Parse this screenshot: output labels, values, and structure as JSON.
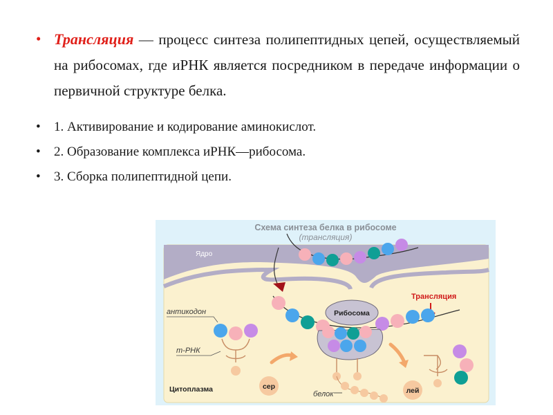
{
  "definition": {
    "term": "Трансляция",
    "text": " — процесс синтеза полипептидных цепей, осуществляемый на рибосомах, где иРНК является посредником в передаче информации о первичной структуре белка."
  },
  "steps": [
    "1. Активирование и кодирование аминокислот.",
    "2. Образование комплекса иРНК—рибосома.",
    "3. Сборка полипептидной цепи."
  ],
  "diagram": {
    "title": "Схема синтеза белка в рибосоме",
    "subtitle": "(трансляция)",
    "labels": {
      "nucleus": "Ядро",
      "translation": "Трансляция",
      "ribosome": "Рибосома",
      "anticodon": "антикодон",
      "trna": "т-РНК",
      "cytoplasm": "Цитоплазма",
      "ser": "сер",
      "protein": "белок",
      "leu": "лей"
    },
    "colors": {
      "background": "#dff2fa",
      "cell": "#fbf1cf",
      "nucleus": "#b3adc6",
      "accent_red": "#d01a1a",
      "nucleotide_pink": "#f7b1b9",
      "nucleotide_blue": "#4ba6ec",
      "nucleotide_teal": "#0f9f95",
      "nucleotide_purple": "#c68be6",
      "amino_acid": "#f6c9a0"
    }
  }
}
